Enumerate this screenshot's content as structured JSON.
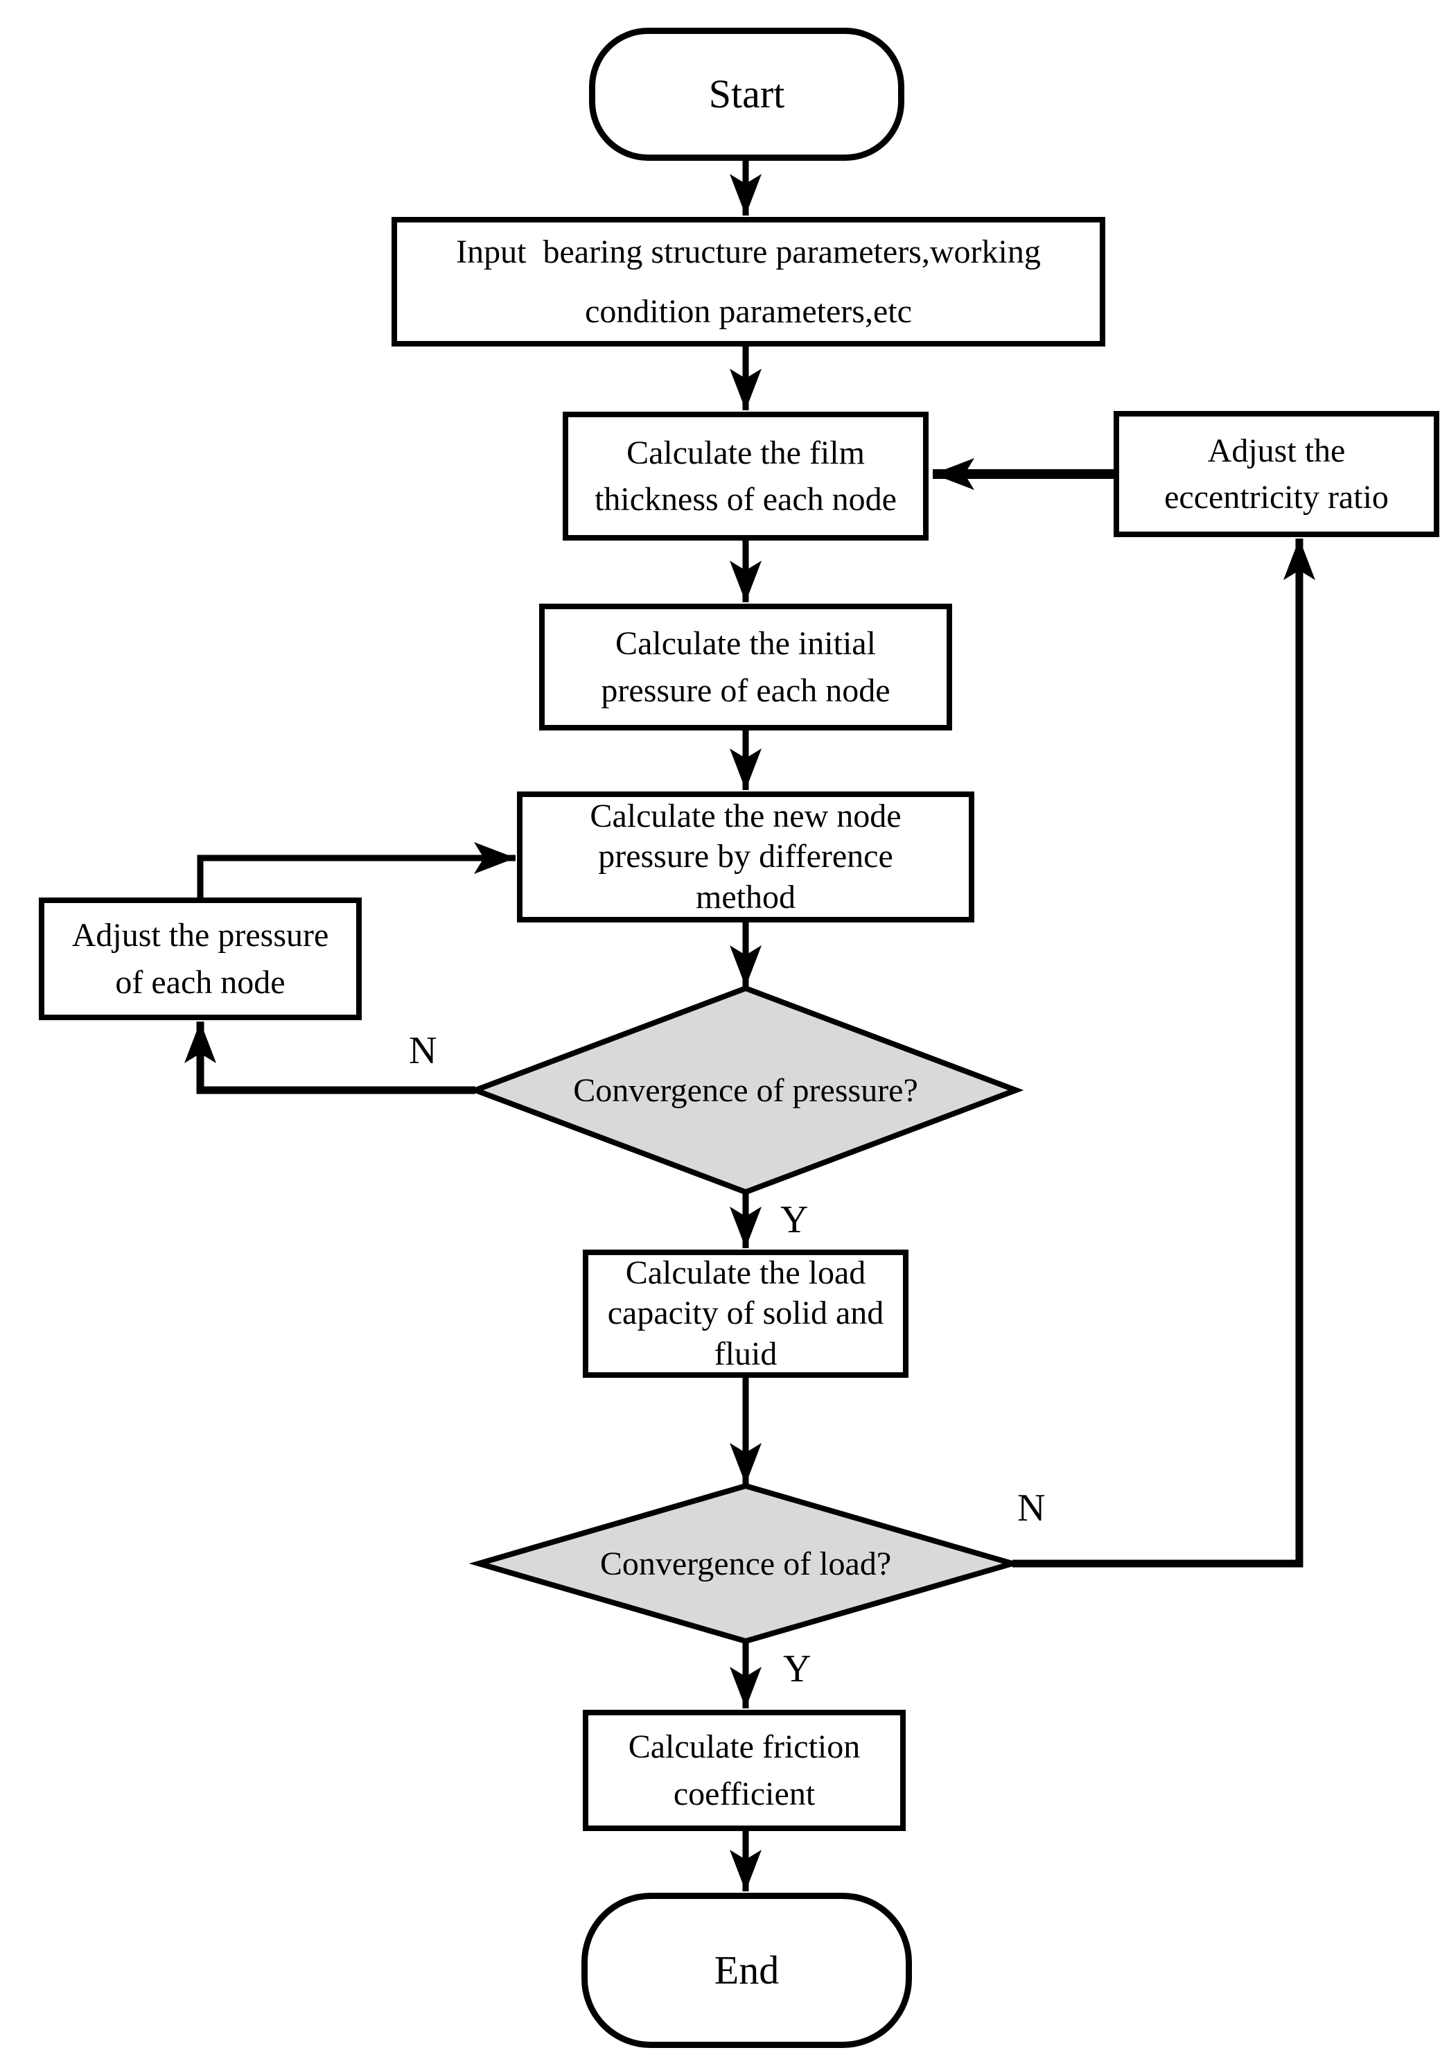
{
  "diagram": {
    "background_color": "#ffffff",
    "line_color": "#000000",
    "decision_fill_color": "#d9d9d9",
    "nodes": {
      "start": {
        "type": "terminator",
        "label": "Start"
      },
      "input_parameters": {
        "type": "process",
        "label": "Input  bearing structure parameters,working\ncondition parameters,etc"
      },
      "film_thickness": {
        "type": "process",
        "label": "Calculate the film\nthickness of each node"
      },
      "adjust_eccentricity": {
        "type": "process",
        "label": "Adjust the\neccentricity ratio"
      },
      "initial_pressure": {
        "type": "process",
        "label": "Calculate the initial\npressure of each node"
      },
      "new_node_pressure": {
        "type": "process",
        "label": "Calculate the new node\npressure by difference\nmethod"
      },
      "adjust_pressure": {
        "type": "process",
        "label": "Adjust the pressure\nof each node"
      },
      "convergence_pressure": {
        "type": "decision",
        "label": "Convergence of pressure?"
      },
      "load_capacity": {
        "type": "process",
        "label": "Calculate the load\ncapacity of solid and\nfluid"
      },
      "convergence_load": {
        "type": "decision",
        "label": "Convergence of load?"
      },
      "friction_coefficient": {
        "type": "process",
        "label": "Calculate friction\ncoefficient"
      },
      "end": {
        "type": "terminator",
        "label": "End"
      }
    },
    "edge_labels": {
      "pressure_no": "N",
      "pressure_yes": "Y",
      "load_no": "N",
      "load_yes": "Y"
    }
  }
}
